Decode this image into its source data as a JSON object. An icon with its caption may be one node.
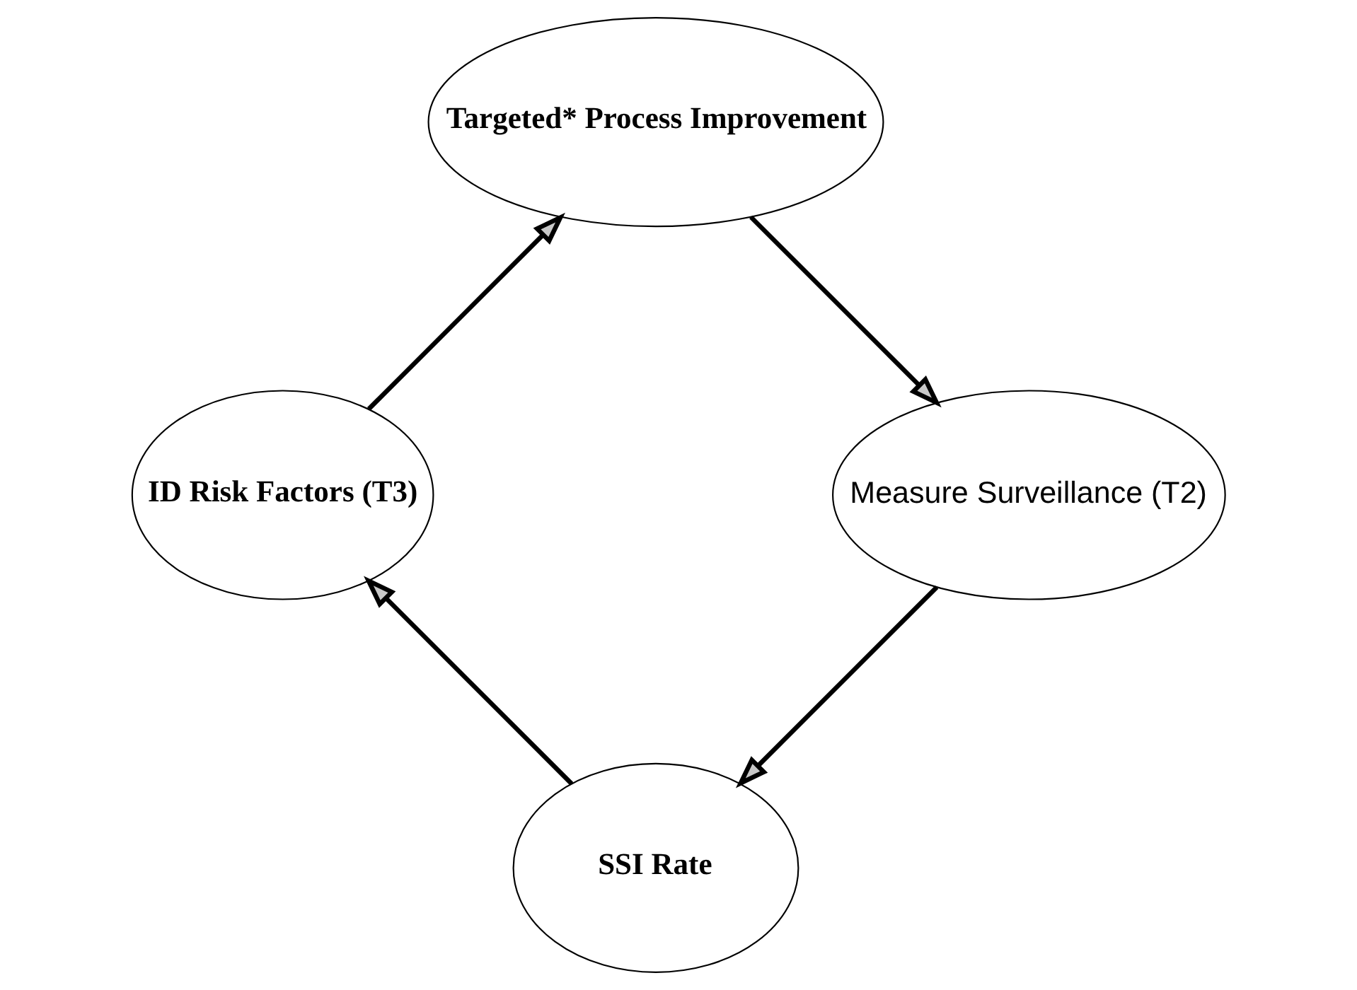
{
  "diagram": {
    "nodes": [
      {
        "text": [
          "SSI Rate"
        ]
      },
      {
        "text": [
          "ID Risk Factors (T3)"
        ]
      },
      {
        "text": [
          "Targeted* Process Improvement"
        ]
      },
      {
        "text": [
          "Measure Surveillance (T2)"
        ]
      }
    ],
    "edges": [
      {
        "from": 0,
        "to": 1,
        "arrow": "to"
      },
      {
        "from": 1,
        "to": 2,
        "arrow": "to"
      },
      {
        "from": 2,
        "to": 3,
        "arrow": "to"
      },
      {
        "from": 3,
        "to": 0,
        "arrow": "to"
      }
    ]
  }
}
